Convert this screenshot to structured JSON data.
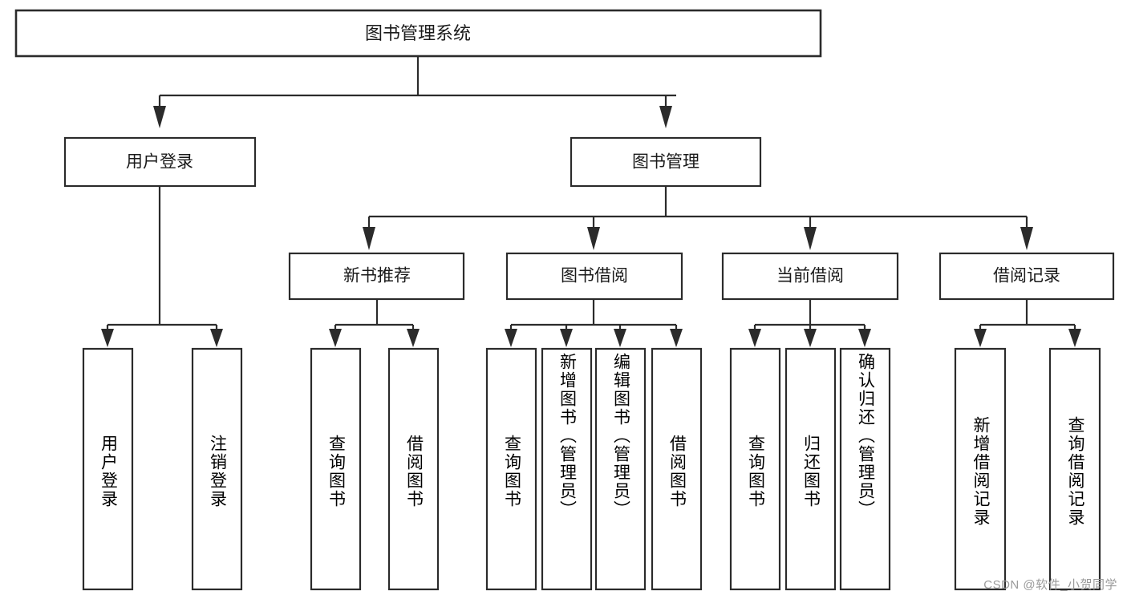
{
  "diagram": {
    "type": "tree",
    "title": "图书管理系统",
    "watermark": "CSDN @软件_小贺同学",
    "colors": {
      "stroke": "#2b2b2b",
      "fill": "#ffffff",
      "text": "#1a1a1a",
      "watermark": "#9a9a9a"
    },
    "root": {
      "label": "图书管理系统"
    },
    "level2": [
      {
        "label": "用户登录"
      },
      {
        "label": "图书管理"
      }
    ],
    "level3": [
      {
        "label": "新书推荐"
      },
      {
        "label": "图书借阅"
      },
      {
        "label": "当前借阅"
      },
      {
        "label": "借阅记录"
      }
    ],
    "leaves": {
      "user_login": [
        {
          "label": "用户登录"
        },
        {
          "label": "注销登录"
        }
      ],
      "new_book_recommend": [
        {
          "label": "查询图书"
        },
        {
          "label": "借阅图书"
        }
      ],
      "book_borrow": [
        {
          "label": "查询图书"
        },
        {
          "label": "新增图书（管理员）"
        },
        {
          "label": "编辑图书（管理员）"
        },
        {
          "label": "借阅图书"
        }
      ],
      "current_borrow": [
        {
          "label": "查询图书"
        },
        {
          "label": "归还图书"
        },
        {
          "label": "确认归还（管理员）"
        }
      ],
      "borrow_record": [
        {
          "label": "新增借阅记录"
        },
        {
          "label": "查询借阅记录"
        }
      ]
    }
  }
}
